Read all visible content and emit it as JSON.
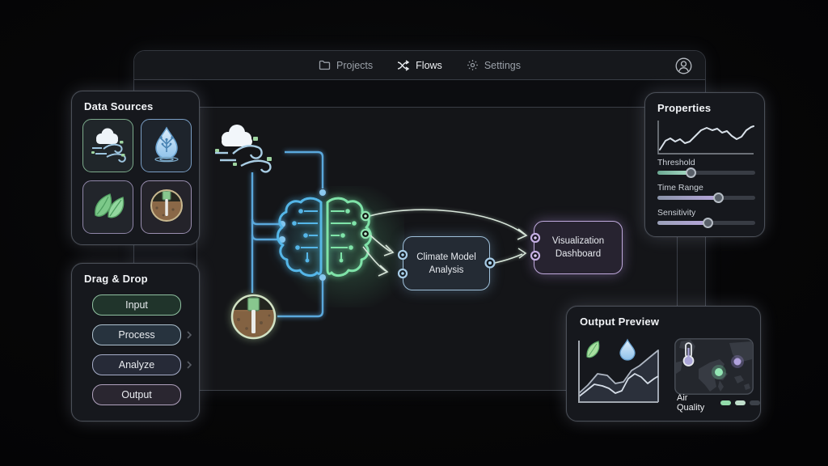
{
  "nav": {
    "items": [
      {
        "label": "Projects",
        "icon": "folder-icon",
        "active": false
      },
      {
        "label": "Flows",
        "icon": "flow-icon",
        "active": true
      },
      {
        "label": "Settings",
        "icon": "gear-icon",
        "active": false
      }
    ],
    "avatar_icon": "user-icon"
  },
  "panels": {
    "data_sources": {
      "title": "Data Sources",
      "tiles": [
        {
          "icon": "wind-cloud-icon"
        },
        {
          "icon": "water-drop-icon"
        },
        {
          "icon": "leaves-icon"
        },
        {
          "icon": "soil-sensor-icon"
        }
      ]
    },
    "drag_drop": {
      "title": "Drag & Drop",
      "buttons": [
        {
          "label": "Input",
          "chevron": false
        },
        {
          "label": "Process",
          "chevron": true
        },
        {
          "label": "Analyze",
          "chevron": true
        },
        {
          "label": "Output",
          "chevron": false
        }
      ]
    },
    "properties": {
      "title": "Properties",
      "sparkline_points": [
        [
          5,
          38
        ],
        [
          12,
          27
        ],
        [
          18,
          24
        ],
        [
          24,
          28
        ],
        [
          30,
          25
        ],
        [
          36,
          30
        ],
        [
          42,
          28
        ],
        [
          48,
          22
        ],
        [
          56,
          14
        ],
        [
          63,
          11
        ],
        [
          70,
          14
        ],
        [
          76,
          12
        ],
        [
          82,
          17
        ],
        [
          88,
          15
        ],
        [
          94,
          21
        ],
        [
          100,
          25
        ],
        [
          106,
          22
        ],
        [
          112,
          14
        ],
        [
          118,
          10
        ],
        [
          121,
          9
        ]
      ],
      "sliders": [
        {
          "label": "Threshold",
          "value_pct": 34
        },
        {
          "label": "Time Range",
          "value_pct": 62
        },
        {
          "label": "Sensitivity",
          "value_pct": 52
        }
      ]
    },
    "output_preview": {
      "title": "Output Preview",
      "chart": {
        "area_polygon": [
          [
            3,
            79
          ],
          [
            3,
            68
          ],
          [
            14,
            58
          ],
          [
            26,
            44
          ],
          [
            38,
            46
          ],
          [
            48,
            56
          ],
          [
            58,
            54
          ],
          [
            68,
            40
          ],
          [
            78,
            34
          ],
          [
            90,
            24
          ],
          [
            101,
            15
          ],
          [
            101,
            79
          ]
        ],
        "line_points": [
          [
            3,
            72
          ],
          [
            12,
            65
          ],
          [
            22,
            57
          ],
          [
            32,
            59
          ],
          [
            40,
            62
          ],
          [
            48,
            68
          ],
          [
            56,
            65
          ],
          [
            64,
            50
          ],
          [
            72,
            44
          ],
          [
            80,
            48
          ],
          [
            88,
            56
          ],
          [
            96,
            50
          ],
          [
            101,
            47
          ]
        ]
      },
      "air_quality": {
        "label": "Air Quality",
        "levels": [
          "#93dcab",
          "#bfdecb",
          "#3c4149"
        ]
      }
    }
  },
  "flow": {
    "nodes": [
      {
        "id": "climate-model-analysis",
        "line1": "Climate Model",
        "line2": "Analysis"
      },
      {
        "id": "visualization-dashboard",
        "line1": "Visualization",
        "line2": "Dashboard"
      }
    ]
  },
  "colors": {
    "accent_blue": "#5aa8dc",
    "accent_green": "#7fe3a8",
    "accent_purple": "#c0aadb"
  }
}
